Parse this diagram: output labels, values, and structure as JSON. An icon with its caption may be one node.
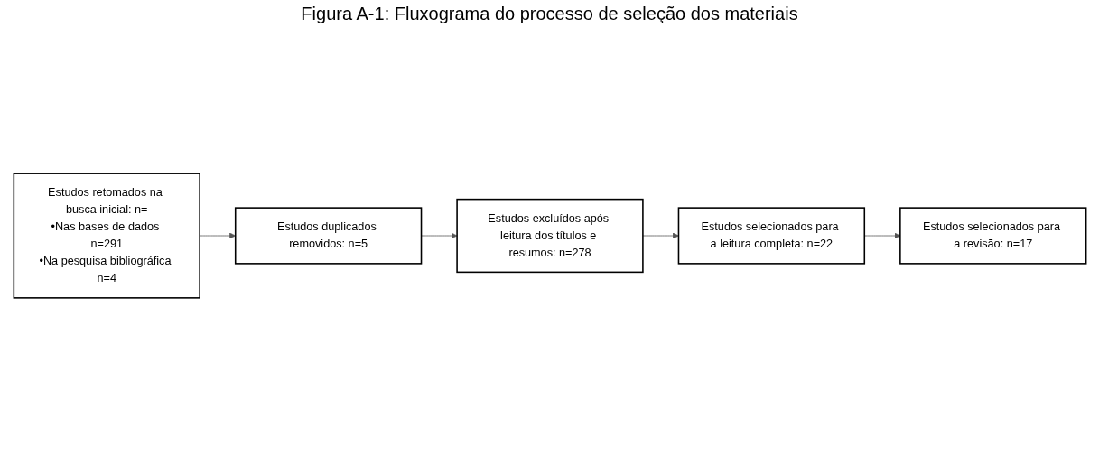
{
  "diagram": {
    "title": "Figura A-1: Fluxograma do processo de seleção dos materiais",
    "nodes": [
      {
        "text": [
          "Estudos retomados na busca inicial: n=",
          "•Nas bases de dados n=291",
          "•Na pesquisa bibliográfica n=4"
        ]
      },
      {
        "text": [
          "Estudos duplicados removidos: n=5"
        ]
      },
      {
        "text": [
          "Estudos excluídos após leitura dos títulos e resumos: n=278"
        ]
      },
      {
        "text": [
          "Estudos selecionados para a leitura completa: n=22"
        ]
      },
      {
        "text": [
          "Estudos selecionados para a revisão: n=17"
        ]
      }
    ],
    "edges": [
      {
        "from": 0,
        "to": 1,
        "arrow": "to"
      },
      {
        "from": 1,
        "to": 2,
        "arrow": "to"
      },
      {
        "from": 2,
        "to": 3,
        "arrow": "to"
      },
      {
        "from": 3,
        "to": 4,
        "arrow": "to"
      }
    ]
  }
}
